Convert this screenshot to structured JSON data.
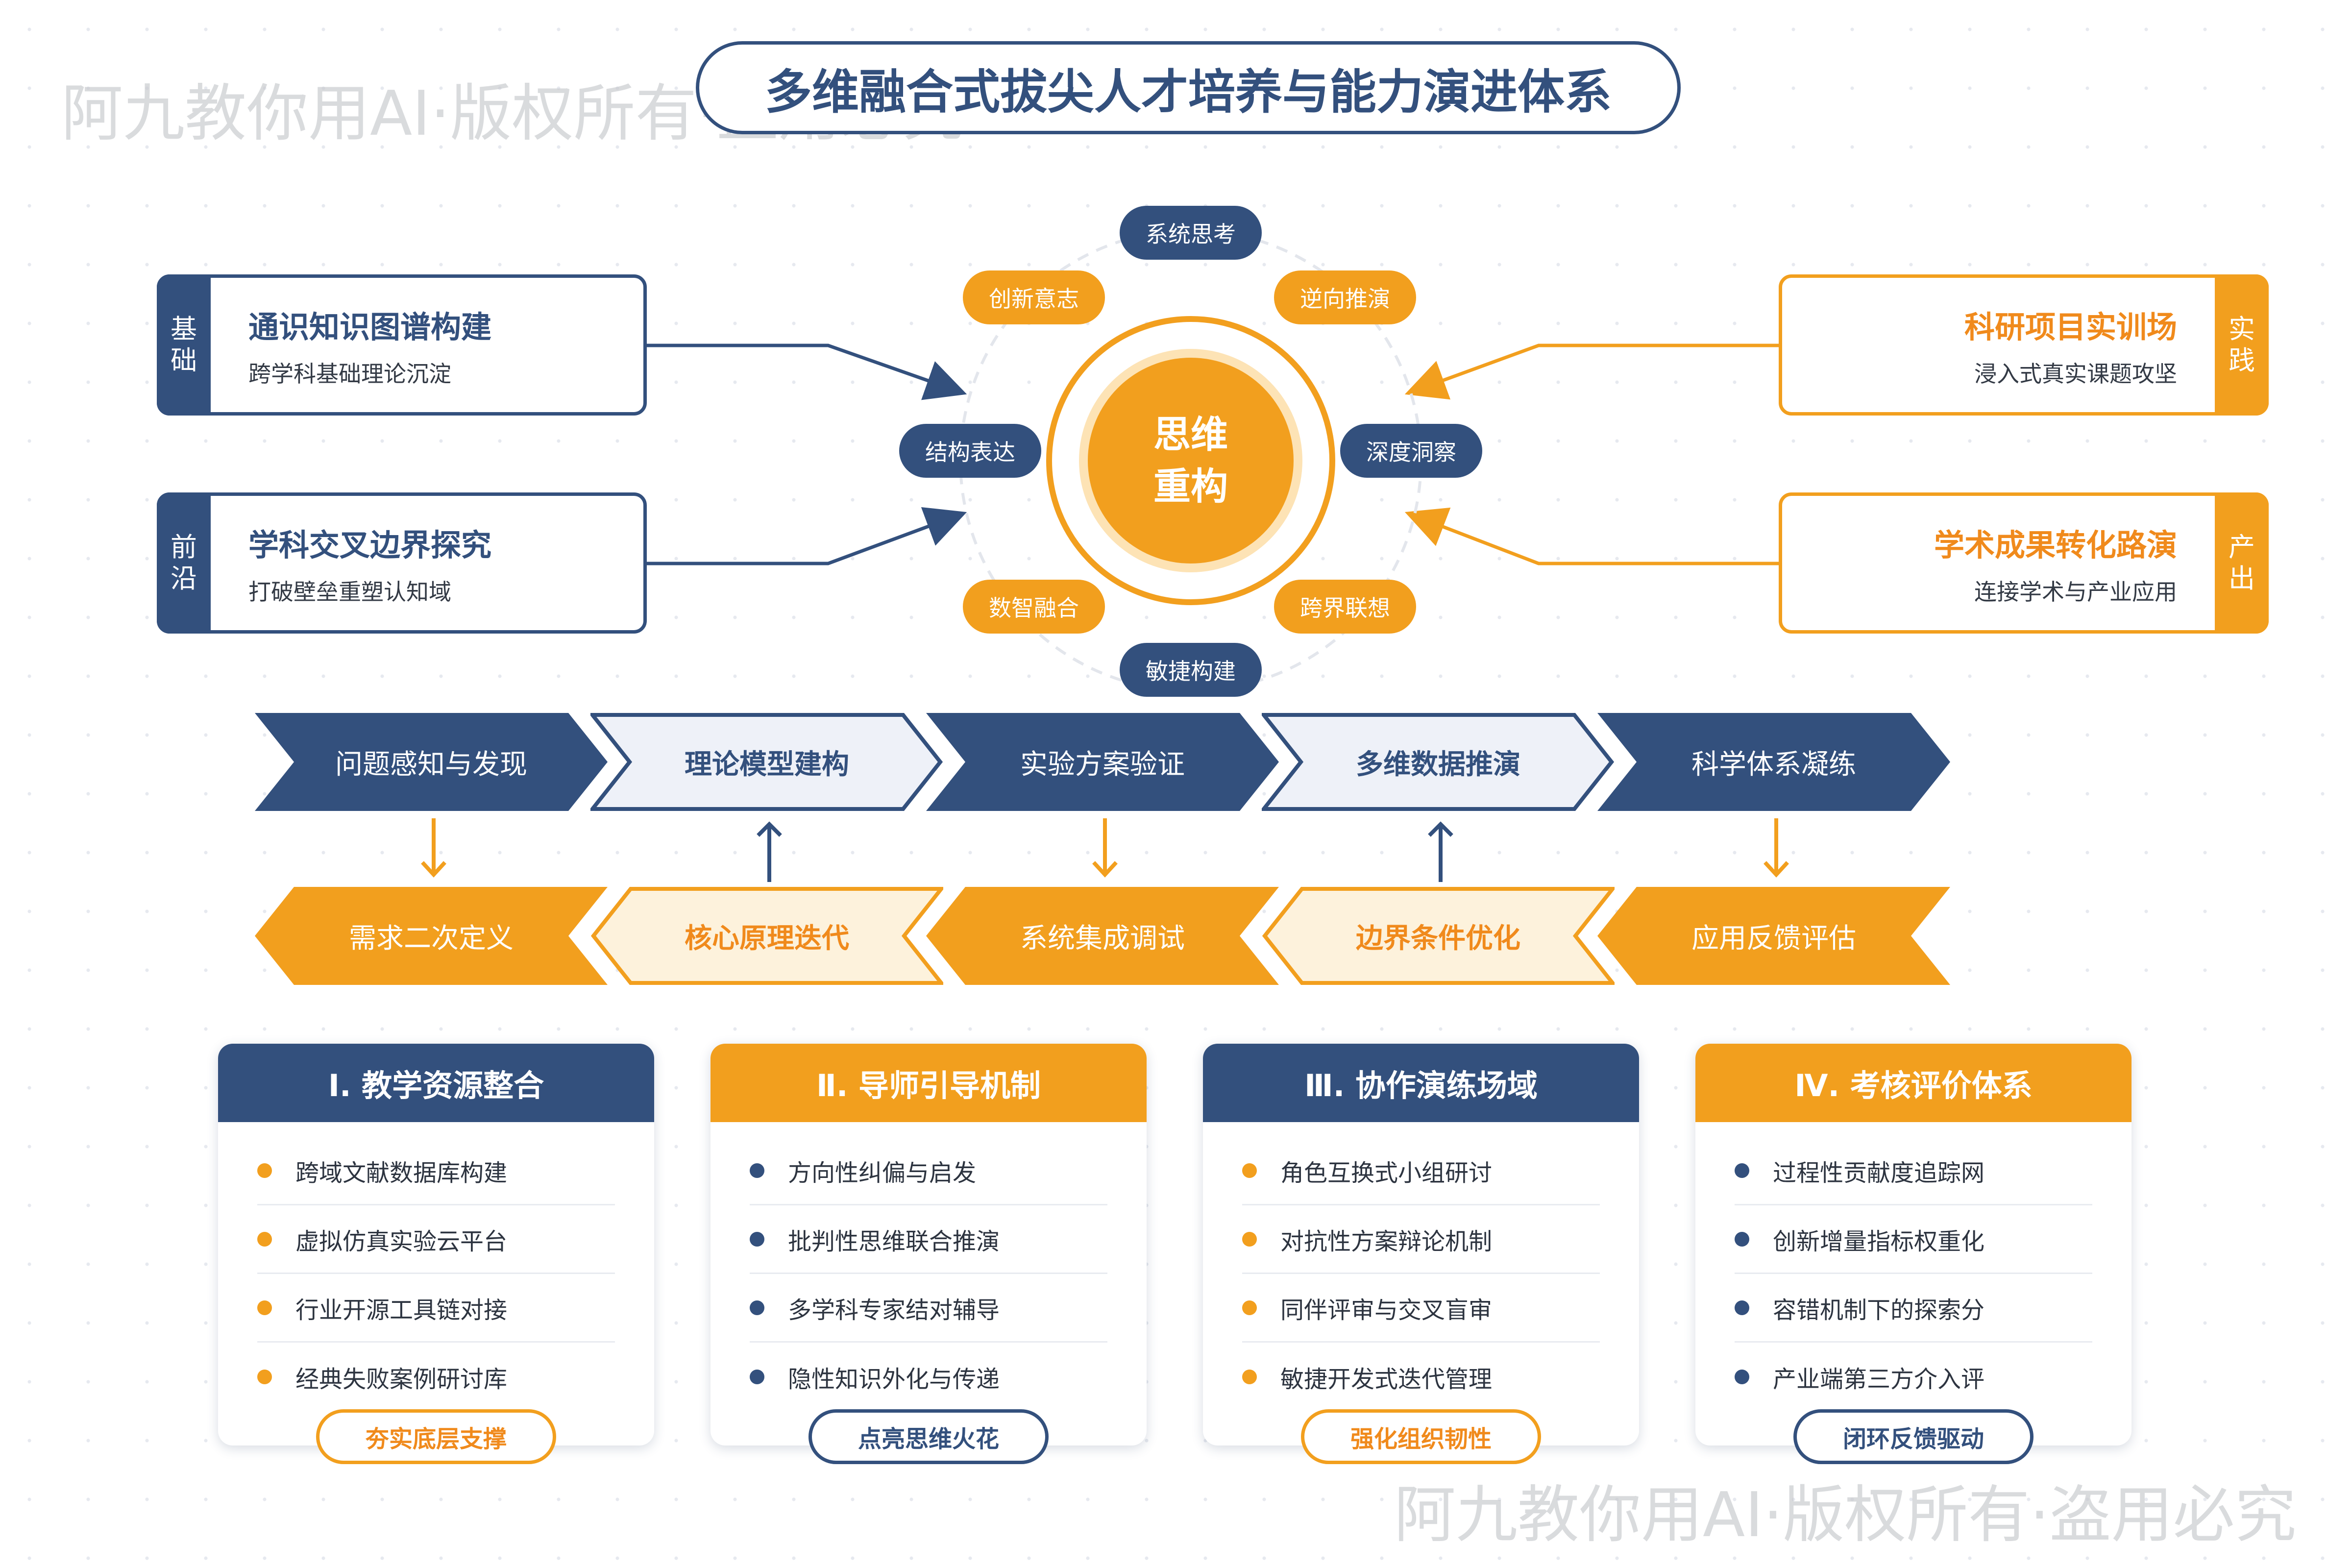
{
  "title": "多维融合式拔尖人才培养与能力演进体系",
  "watermark": "阿九教你用AI·版权所有·盗用必究",
  "colors": {
    "navy": "#33507d",
    "orange": "#f29f1e",
    "light_navy": "#eef1f8",
    "light_orange": "#fdf2dc"
  },
  "left_cards": [
    {
      "tab": [
        "基",
        "础"
      ],
      "title": "通识知识图谱构建",
      "subtitle": "跨学科基础理论沉淀"
    },
    {
      "tab": [
        "前",
        "沿"
      ],
      "title": "学科交叉边界探究",
      "subtitle": "打破壁垒重塑认知域"
    }
  ],
  "right_cards": [
    {
      "tab": [
        "实",
        "践"
      ],
      "title": "科研项目实训场",
      "subtitle": "浸入式真实课题攻坚"
    },
    {
      "tab": [
        "产",
        "出"
      ],
      "title": "学术成果转化路演",
      "subtitle": "连接学术与产业应用"
    }
  ],
  "hub": {
    "center": [
      "思维",
      "重构"
    ],
    "nodes": [
      "系统思考",
      "逆向推演",
      "深度洞察",
      "跨界联想",
      "敏捷构建",
      "数智融合",
      "结构表达",
      "创新意志"
    ]
  },
  "process_top": [
    "问题感知与发现",
    "理论模型建构",
    "实验方案验证",
    "多维数据推演",
    "科学体系凝练"
  ],
  "process_bottom": [
    "需求二次定义",
    "核心原理迭代",
    "系统集成调试",
    "边界条件优化",
    "应用反馈评估"
  ],
  "cards": [
    {
      "header": "Ⅰ. 教学资源整合",
      "items": [
        "跨域文献数据库构建",
        "虚拟仿真实验云平台",
        "行业开源工具链对接",
        "经典失败案例研讨库"
      ],
      "footer": "夯实底层支撑"
    },
    {
      "header": "Ⅱ. 导师引导机制",
      "items": [
        "方向性纠偏与启发",
        "批判性思维联合推演",
        "多学科专家结对辅导",
        "隐性知识外化与传递"
      ],
      "footer": "点亮思维火花"
    },
    {
      "header": "Ⅲ. 协作演练场域",
      "items": [
        "角色互换式小组研讨",
        "对抗性方案辩论机制",
        "同伴评审与交叉盲审",
        "敏捷开发式迭代管理"
      ],
      "footer": "强化组织韧性"
    },
    {
      "header": "Ⅳ. 考核评价体系",
      "items": [
        "过程性贡献度追踪网",
        "创新增量指标权重化",
        "容错机制下的探索分",
        "产业端第三方介入评"
      ],
      "footer": "闭环反馈驱动"
    }
  ]
}
